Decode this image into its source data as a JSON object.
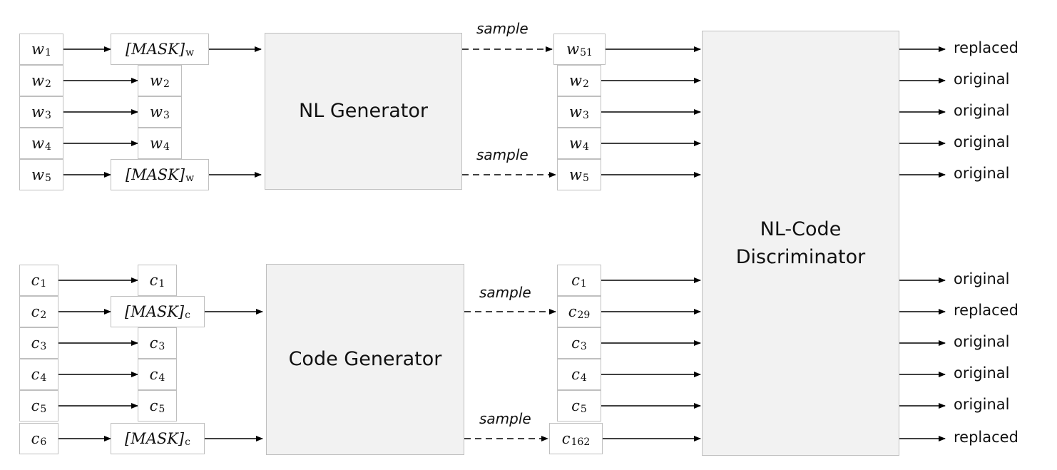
{
  "nl": {
    "inputs": [
      {
        "base": "w",
        "sub": "1"
      },
      {
        "base": "w",
        "sub": "2"
      },
      {
        "base": "w",
        "sub": "3"
      },
      {
        "base": "w",
        "sub": "4"
      },
      {
        "base": "w",
        "sub": "5"
      }
    ],
    "masked": [
      {
        "base": "[MASK]",
        "sub": "w"
      },
      {
        "base": "w",
        "sub": "2"
      },
      {
        "base": "w",
        "sub": "3"
      },
      {
        "base": "w",
        "sub": "4"
      },
      {
        "base": "[MASK]",
        "sub": "w"
      }
    ],
    "generator_label": "NL Generator",
    "sampled": [
      {
        "base": "w",
        "sub": "51"
      },
      {
        "base": "w",
        "sub": "2"
      },
      {
        "base": "w",
        "sub": "3"
      },
      {
        "base": "w",
        "sub": "4"
      },
      {
        "base": "w",
        "sub": "5"
      }
    ],
    "sample_labels": [
      "sample",
      "sample"
    ],
    "outputs": [
      "replaced",
      "original",
      "original",
      "original",
      "original"
    ]
  },
  "code": {
    "inputs": [
      {
        "base": "c",
        "sub": "1"
      },
      {
        "base": "c",
        "sub": "2"
      },
      {
        "base": "c",
        "sub": "3"
      },
      {
        "base": "c",
        "sub": "4"
      },
      {
        "base": "c",
        "sub": "5"
      },
      {
        "base": "c",
        "sub": "6"
      }
    ],
    "masked": [
      {
        "base": "c",
        "sub": "1"
      },
      {
        "base": "[MASK]",
        "sub": "c"
      },
      {
        "base": "c",
        "sub": "3"
      },
      {
        "base": "c",
        "sub": "4"
      },
      {
        "base": "c",
        "sub": "5"
      },
      {
        "base": "[MASK]",
        "sub": "c"
      }
    ],
    "generator_label": "Code Generator",
    "sampled": [
      {
        "base": "c",
        "sub": "1"
      },
      {
        "base": "c",
        "sub": "29"
      },
      {
        "base": "c",
        "sub": "3"
      },
      {
        "base": "c",
        "sub": "4"
      },
      {
        "base": "c",
        "sub": "5"
      },
      {
        "base": "c",
        "sub": "162"
      }
    ],
    "sample_labels": [
      "sample",
      "sample"
    ],
    "outputs": [
      "original",
      "replaced",
      "original",
      "original",
      "original",
      "replaced"
    ]
  },
  "discriminator_label": "NL-Code\nDiscriminator"
}
